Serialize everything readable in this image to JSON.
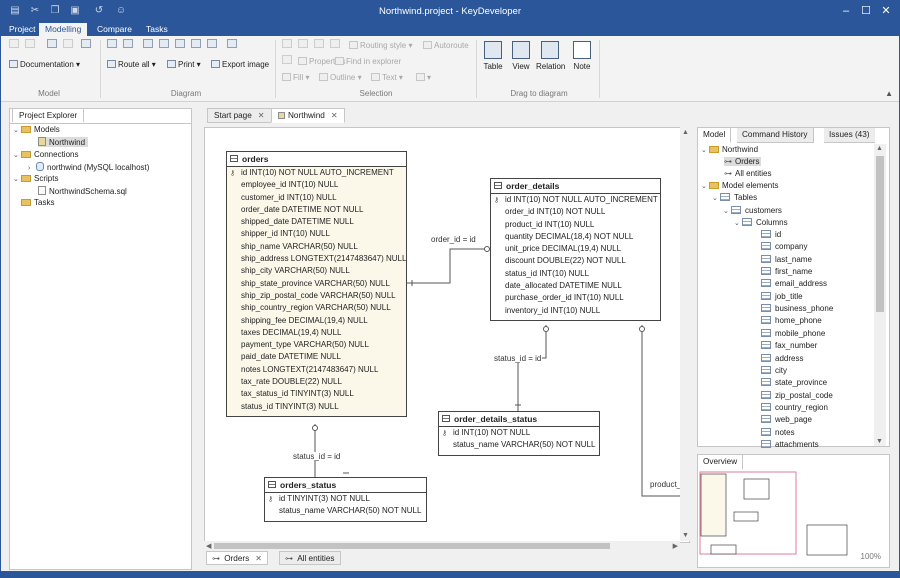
{
  "app": {
    "title": "Northwind.project - KeyDeveloper",
    "quick_access": [
      "save-icon",
      "cut-icon",
      "copy-icon",
      "paste-icon",
      "restore-icon",
      "help-icon"
    ]
  },
  "menu": {
    "items": [
      "Project",
      "Modelling",
      "Compare",
      "Tasks"
    ],
    "active": "Modelling"
  },
  "ribbon": {
    "groups": {
      "model": "Model",
      "diagram": "Diagram",
      "selection": "Selection",
      "drag": "Drag to diagram"
    },
    "documentation": "Documentation",
    "route_all": "Route all",
    "print": "Print",
    "export_image": "Export image",
    "routing_style": "Routing style",
    "autoroute": "Autoroute",
    "properties": "Properties",
    "find_in_explorer": "Find in explorer",
    "fill": "Fill",
    "outline": "Outline",
    "text": "Text",
    "table": "Table",
    "view": "View",
    "relation": "Relation",
    "note": "Note"
  },
  "explorer": {
    "tab": "Project Explorer",
    "models": "Models",
    "northwind": "Northwind",
    "connections": "Connections",
    "connection": "northwind (MySQL localhost)",
    "scripts": "Scripts",
    "script": "NorthwindSchema.sql",
    "tasks": "Tasks"
  },
  "doc_tabs": {
    "start": "Start page",
    "northwind": "Northwind"
  },
  "bottom_tabs": {
    "orders": "Orders",
    "all_entities": "All entities"
  },
  "entities": {
    "orders": {
      "name": "orders",
      "columns": [
        "id INT(10)  NOT NULL  AUTO_INCREMENT",
        "employee_id INT(10)  NULL",
        "customer_id INT(10)  NULL",
        "order_date DATETIME NOT NULL",
        "shipped_date DATETIME NULL",
        "shipper_id INT(10)  NULL",
        "ship_name VARCHAR(50)  NULL",
        "ship_address LONGTEXT(2147483647)  NULL",
        "ship_city VARCHAR(50)  NULL",
        "ship_state_province VARCHAR(50)  NULL",
        "ship_zip_postal_code VARCHAR(50)  NULL",
        "ship_country_region VARCHAR(50)  NULL",
        "shipping_fee DECIMAL(19,4)  NULL",
        "taxes DECIMAL(19,4)  NULL",
        "payment_type VARCHAR(50)  NULL",
        "paid_date DATETIME NULL",
        "notes LONGTEXT(2147483647)  NULL",
        "tax_rate DOUBLE(22)  NULL",
        "tax_status_id TINYINT(3)  NULL",
        "status_id TINYINT(3)  NULL"
      ]
    },
    "order_details": {
      "name": "order_details",
      "columns": [
        "id INT(10)  NOT NULL  AUTO_INCREMENT",
        "order_id INT(10)  NOT NULL",
        "product_id INT(10)  NULL",
        "quantity DECIMAL(18,4)  NOT NULL",
        "unit_price DECIMAL(19,4)  NULL",
        "discount DOUBLE(22)  NOT NULL",
        "status_id INT(10)  NULL",
        "date_allocated DATETIME NULL",
        "purchase_order_id INT(10)  NULL",
        "inventory_id INT(10)  NULL"
      ]
    },
    "order_details_status": {
      "name": "order_details_status",
      "columns": [
        "id INT(10)  NOT NULL",
        "status_name VARCHAR(50)  NOT NULL"
      ]
    },
    "orders_status": {
      "name": "orders_status",
      "columns": [
        "id TINYINT(3)  NOT NULL",
        "status_name VARCHAR(50)  NOT NULL"
      ]
    }
  },
  "relation_labels": {
    "order_id": "order_id = id",
    "status_id": "status_id = id",
    "status_id2": "status_id = id",
    "product": "product_"
  },
  "right_panel": {
    "tabs": [
      "Model",
      "Command History",
      "Issues (43)"
    ],
    "northwind": "Northwind",
    "orders": "Orders",
    "all_entities": "All entities",
    "model_elements": "Model elements",
    "tables": "Tables",
    "customers": "customers",
    "columns": "Columns",
    "column_list": [
      "id",
      "company",
      "last_name",
      "first_name",
      "email_address",
      "job_title",
      "business_phone",
      "home_phone",
      "mobile_phone",
      "fax_number",
      "address",
      "city",
      "state_province",
      "zip_postal_code",
      "country_region",
      "web_page",
      "notes",
      "attachments"
    ]
  },
  "overview": {
    "title": "Overview",
    "zoom": "100%"
  }
}
